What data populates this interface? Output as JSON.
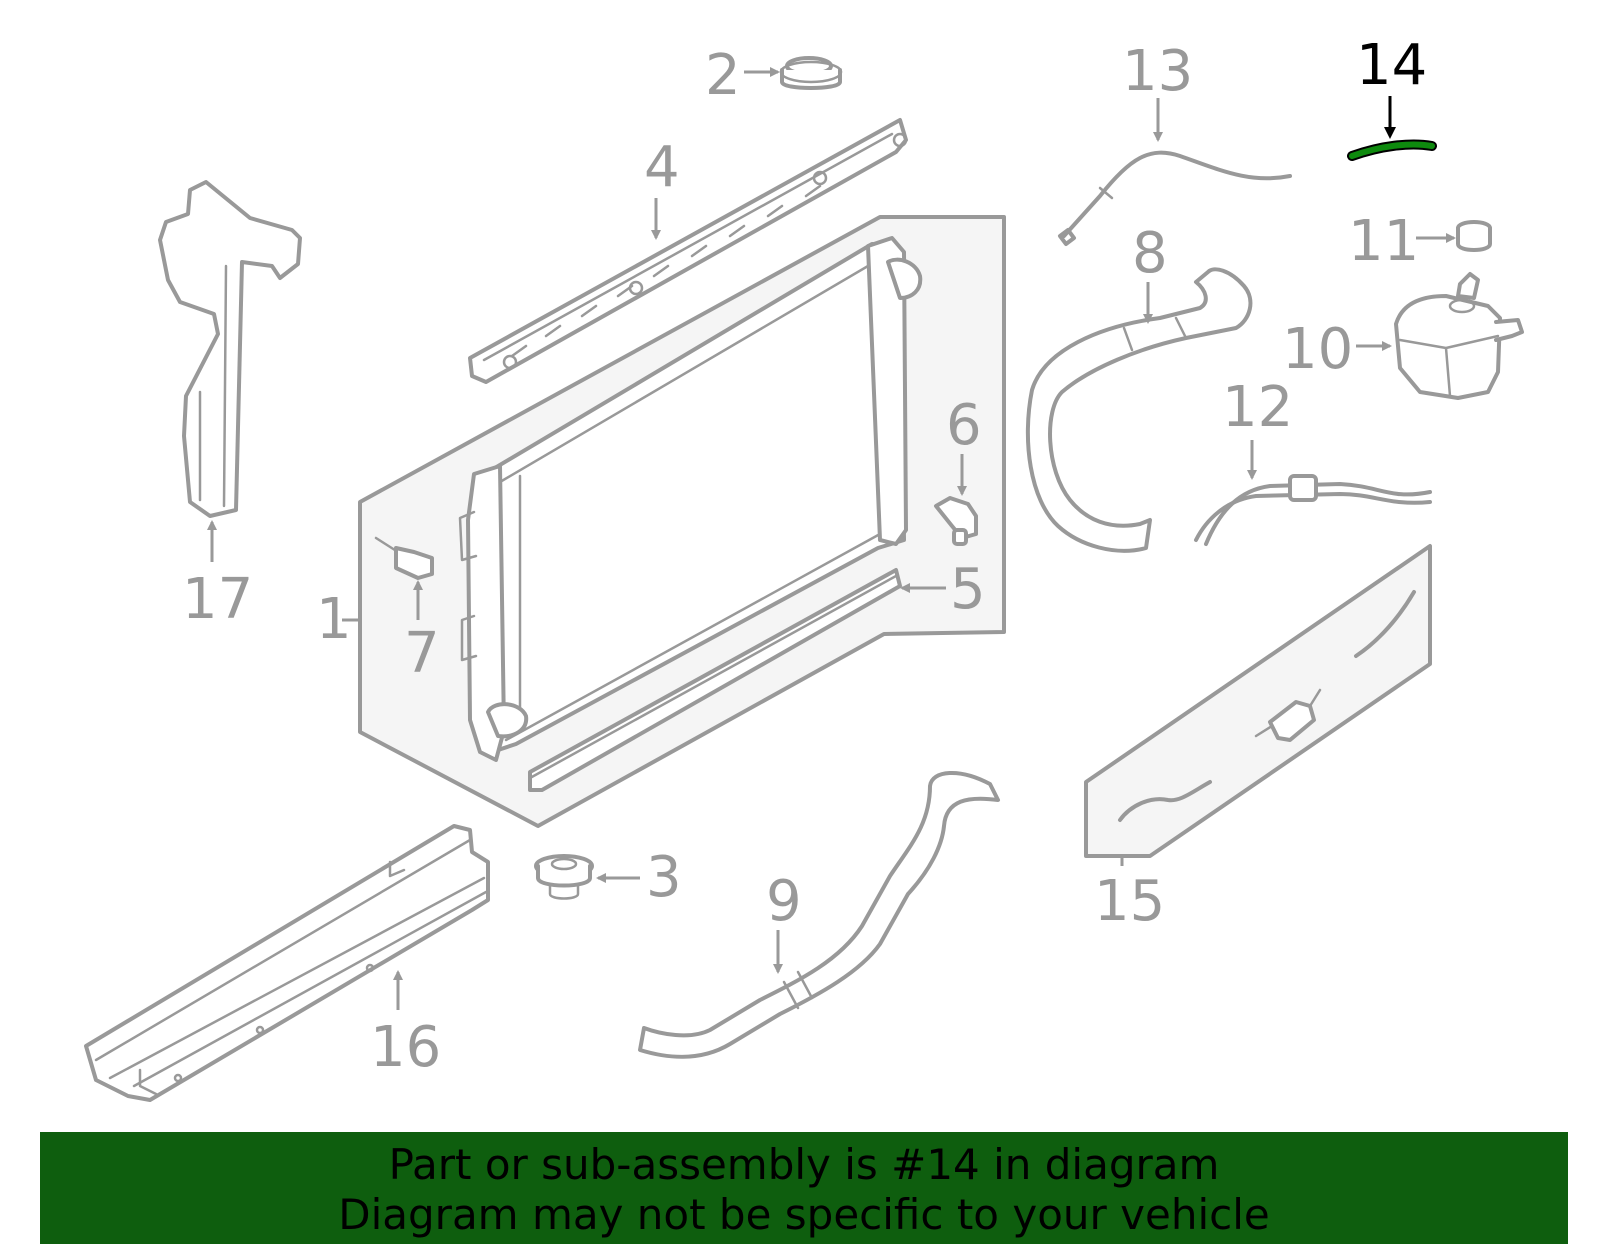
{
  "callouts": {
    "c1": "1",
    "c2": "2",
    "c3": "3",
    "c4": "4",
    "c5": "5",
    "c6": "6",
    "c7": "7",
    "c8": "8",
    "c9": "9",
    "c10": "10",
    "c11": "11",
    "c12": "12",
    "c13": "13",
    "c14": "14",
    "c15": "15",
    "c16": "16",
    "c17": "17"
  },
  "highlighted_part": "14",
  "colors": {
    "highlight": "#0e8a0e",
    "banner": "#0e5e0e",
    "linework": "#999999",
    "group_box_fill": "#f5f5f5"
  },
  "banner": {
    "line1": "Part or sub-assembly is #14 in diagram",
    "line2": "Diagram may not be specific to your vehicle"
  }
}
